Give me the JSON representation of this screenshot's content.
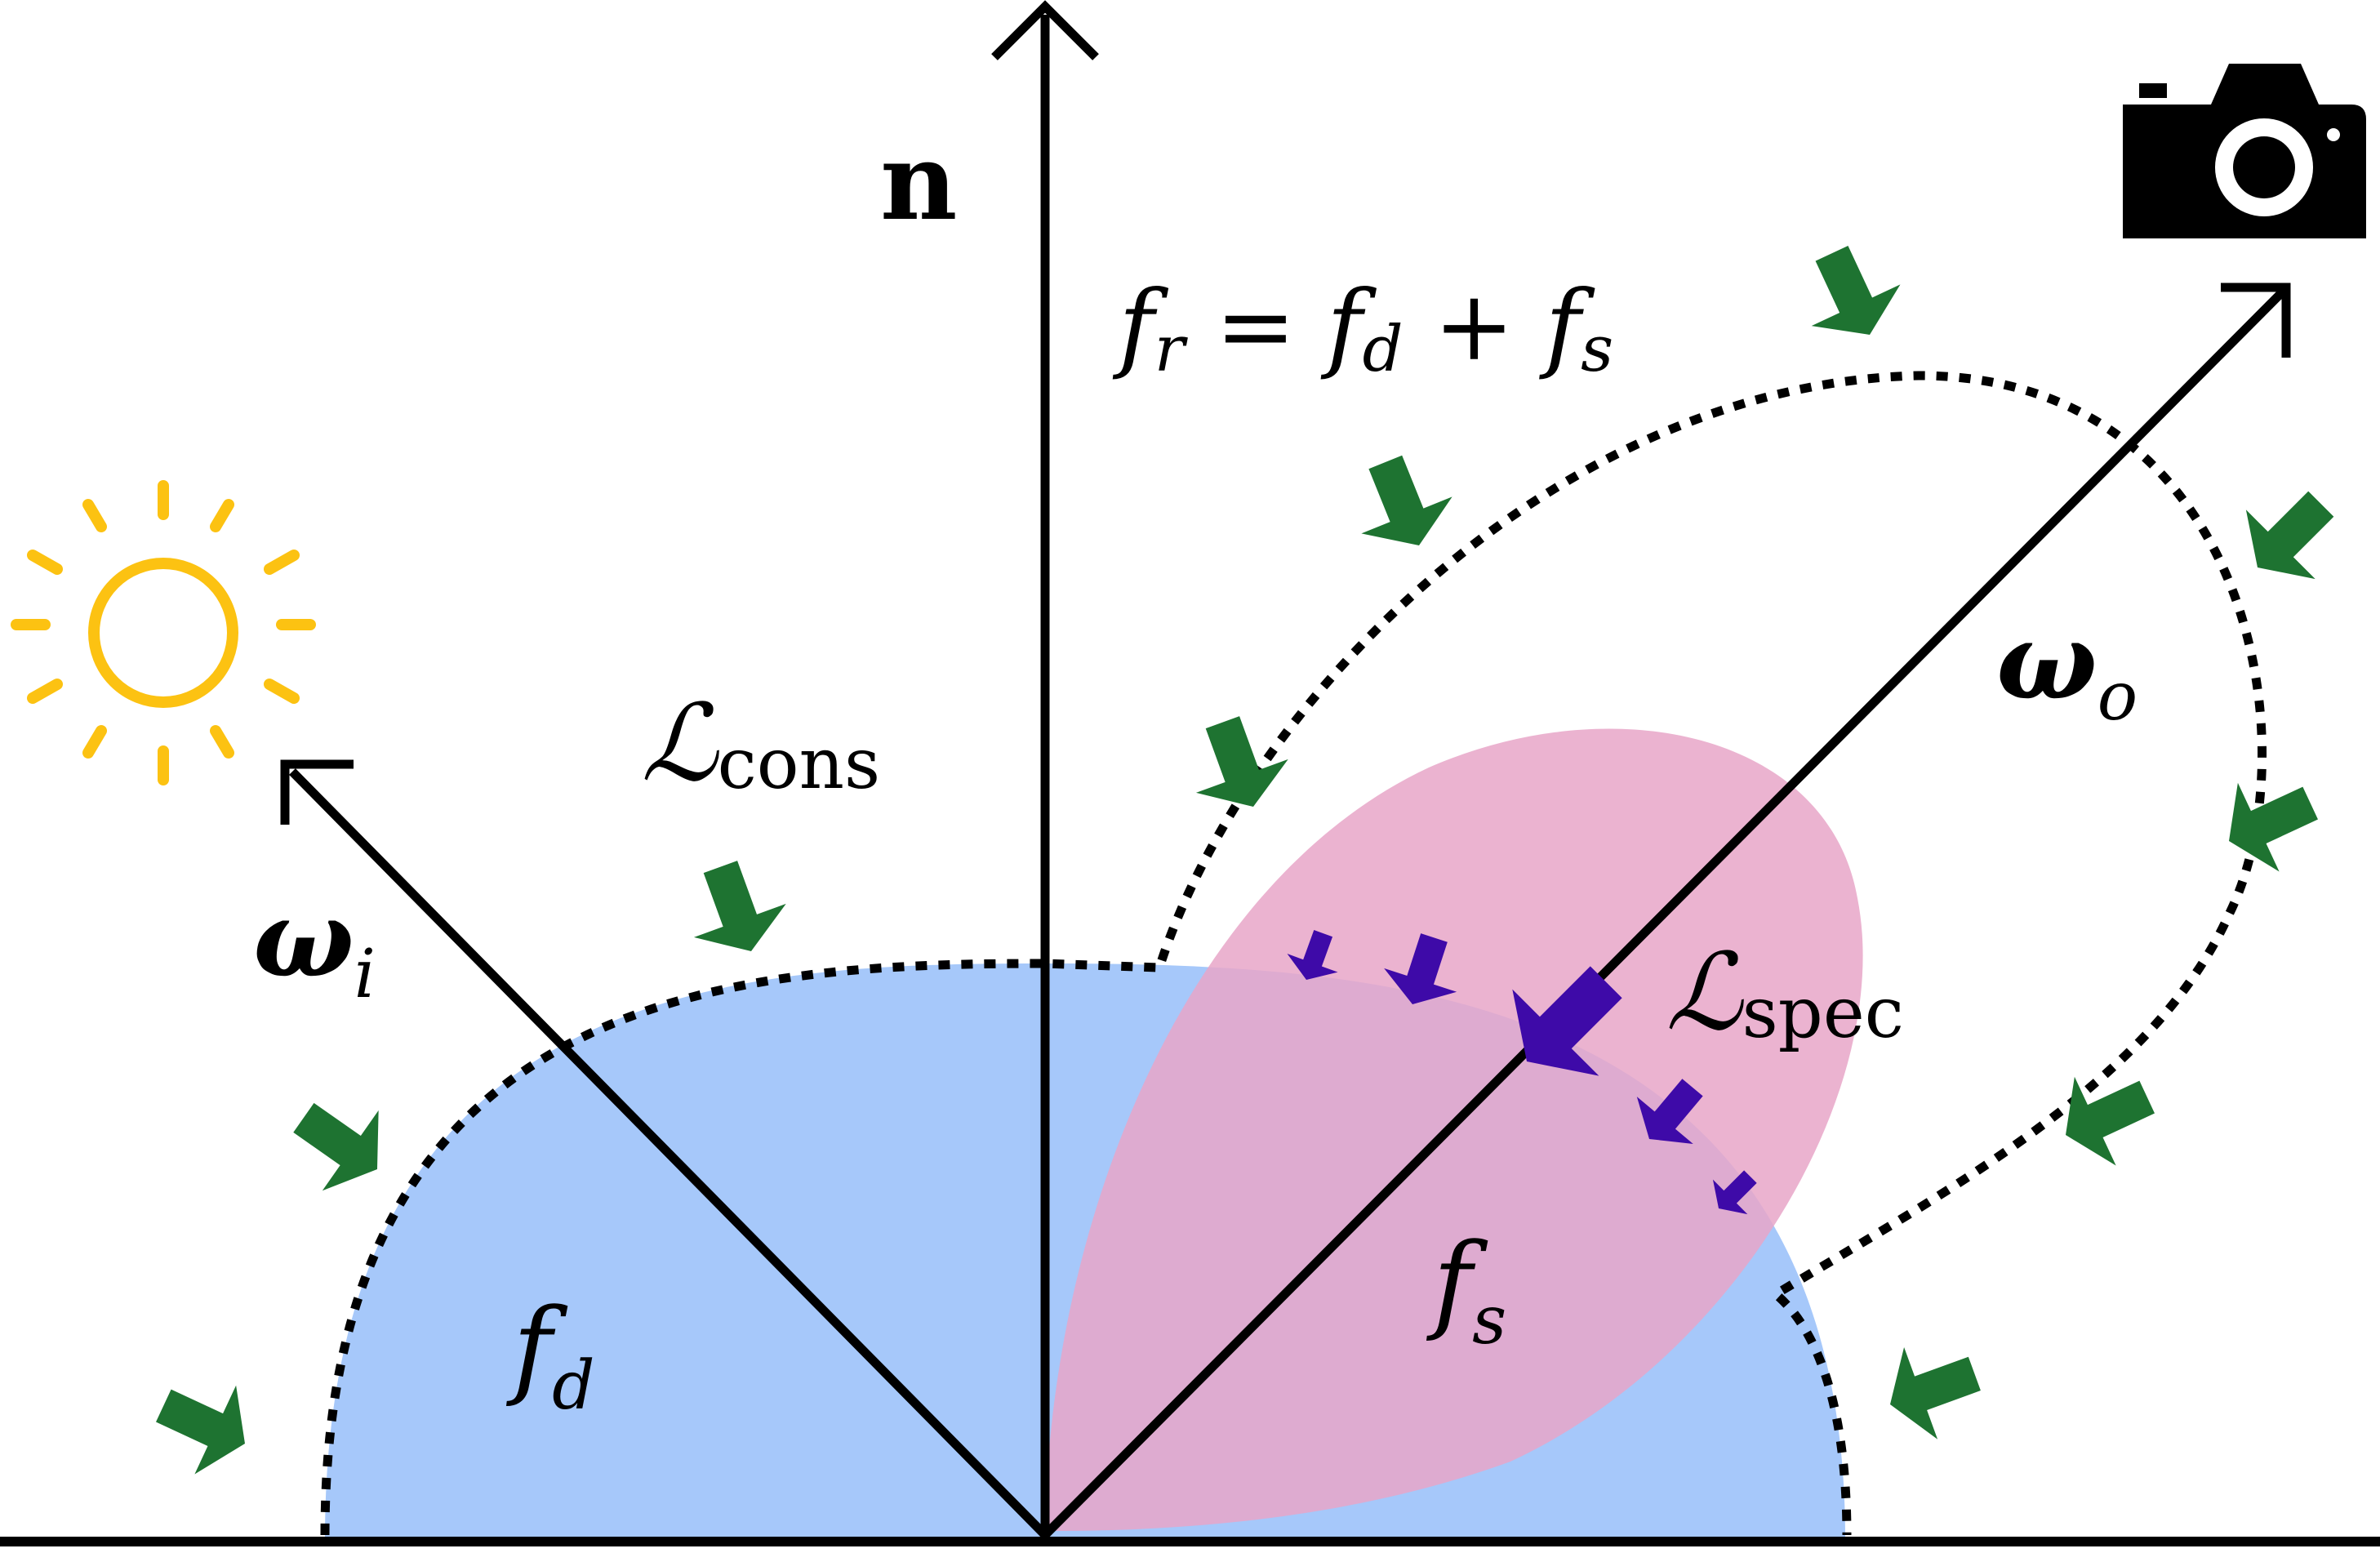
{
  "labels": {
    "normal": "n",
    "brdf_equation": "f_r = f_d + f_s",
    "brdf_equation_parts": {
      "f": "f",
      "r": "r",
      "eq": " = ",
      "f2": "f",
      "d": "d",
      "plus": " + ",
      "f3": "f",
      "s": "s"
    },
    "omega_i": {
      "main": "ω",
      "sub": "i"
    },
    "omega_o": {
      "main": "ω",
      "sub": "o"
    },
    "loss_cons": {
      "main": "ℒ",
      "sub": "cons"
    },
    "loss_spec": {
      "main": "ℒ",
      "sub": "spec"
    },
    "f_d": {
      "main": "f",
      "sub": "d"
    },
    "f_s": {
      "main": "f",
      "sub": "s"
    }
  },
  "icons": {
    "light_source": "sun-icon",
    "camera": "camera-icon"
  },
  "colors": {
    "diffuse_lobe": "#a6c8fa",
    "specular_lobe": "#e8a6c8",
    "consistency_arrows": "#1e7331",
    "specular_arrows": "#3e0aa8",
    "sun": "#fcc212",
    "lines": "#000000"
  }
}
